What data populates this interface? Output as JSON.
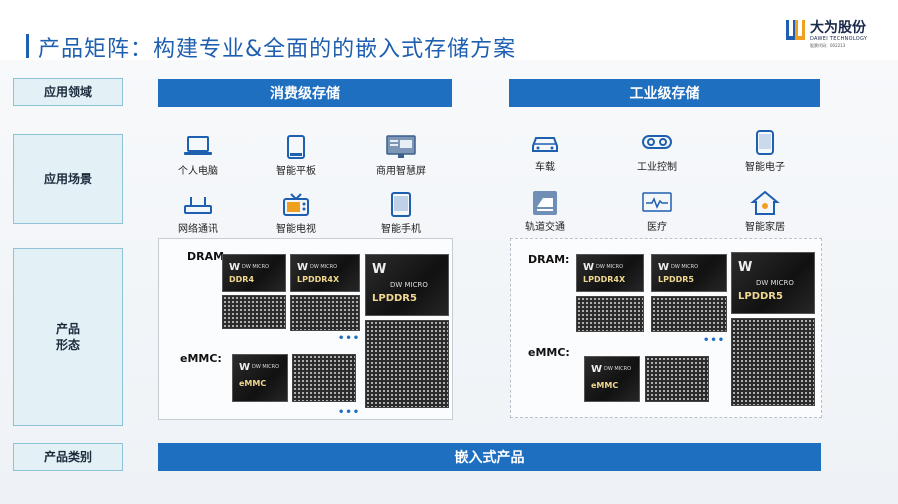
{
  "title": "产品矩阵：构建专业&全面的的嵌入式存储方案",
  "logo": {
    "name": "大为股份",
    "sub": "DAWEI TECHNOLOGY",
    "code": "股票代码：002213"
  },
  "rows": {
    "domain": "应用领域",
    "scene": "应用场景",
    "form_line1": "产品",
    "form_line2": "形态",
    "category": "产品类别"
  },
  "banners": {
    "consumer": "消费级存储",
    "industrial": "工业级存储",
    "embedded": "嵌入式产品"
  },
  "consumer_scenes": [
    {
      "label": "个人电脑",
      "icon": "laptop-icon"
    },
    {
      "label": "智能平板",
      "icon": "tablet-icon"
    },
    {
      "label": "商用智慧屏",
      "icon": "smart-screen-icon"
    },
    {
      "label": "网络通讯",
      "icon": "router-icon"
    },
    {
      "label": "智能电视",
      "icon": "tv-icon"
    },
    {
      "label": "智能手机",
      "icon": "phone-icon"
    }
  ],
  "industrial_scenes": [
    {
      "label": "车载",
      "icon": "car-icon"
    },
    {
      "label": "工业控制",
      "icon": "industrial-control-icon"
    },
    {
      "label": "智能电子",
      "icon": "smart-device-icon"
    },
    {
      "label": "轨道交通",
      "icon": "train-icon"
    },
    {
      "label": "医疗",
      "icon": "medical-icon"
    },
    {
      "label": "智能家居",
      "icon": "smart-home-icon"
    }
  ],
  "forms": {
    "dram": "DRAM:",
    "emmc": "eMMC:",
    "dots": "•••"
  },
  "chip_brand": "DW MICRO",
  "chip_logo": "W",
  "consumer_chips": {
    "ddr4": "DDR4",
    "lpddr4x": "LPDDR4X",
    "lpddr5": "LPDDR5",
    "emmc": "eMMC"
  },
  "industrial_chips": {
    "lpddr4x": "LPDDR4X",
    "lpddr5a": "LPDDR5",
    "lpddr5b": "LPDDR5",
    "emmc": "eMMC"
  }
}
